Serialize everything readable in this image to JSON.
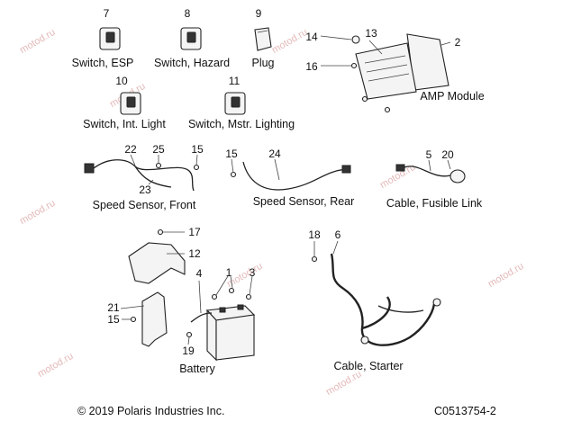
{
  "callouts": {
    "n7": "7",
    "n8": "8",
    "n9": "9",
    "n14": "14",
    "n13": "13",
    "n2": "2",
    "n16": "16",
    "n10": "10",
    "n11": "11",
    "n22": "22",
    "n25": "25",
    "n15a": "15",
    "n23": "23",
    "n15b": "15",
    "n24": "24",
    "n5": "5",
    "n20": "20",
    "n17": "17",
    "n12": "12",
    "n18": "18",
    "n6": "6",
    "n4": "4",
    "n1": "1",
    "n3": "3",
    "n21": "21",
    "n15c": "15",
    "n19": "19"
  },
  "captions": {
    "switch_esp": "Switch, ESP",
    "switch_hazard": "Switch, Hazard",
    "plug": "Plug",
    "amp_module": "AMP Module",
    "switch_int_light": "Switch, Int. Light",
    "switch_mstr_lighting": "Switch, Mstr. Lighting",
    "speed_sensor_front": "Speed Sensor, Front",
    "speed_sensor_rear": "Speed Sensor, Rear",
    "cable_fusible_link": "Cable, Fusible Link",
    "battery": "Battery",
    "cable_starter": "Cable, Starter"
  },
  "footer": {
    "copyright": "© 2019 Polaris Industries Inc.",
    "diagram_code": "C0513754-2"
  },
  "watermark": "motod.ru"
}
